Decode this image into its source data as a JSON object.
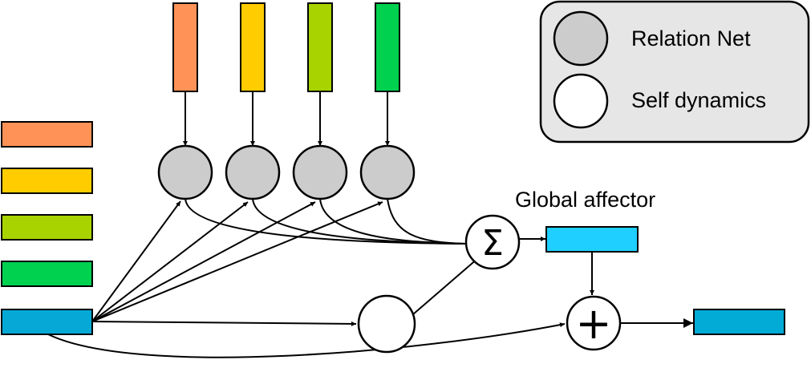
{
  "legend": {
    "relation_net_label": "Relation Net",
    "self_dynamics_label": "Self dynamics"
  },
  "global_affector_label": "Global affector",
  "sum_symbol": "Σ",
  "plus_symbol": "+",
  "colors": {
    "orange": "#FF9257",
    "yellow": "#FFCC00",
    "lime": "#A8D300",
    "green": "#00D14F",
    "blue_input": "#06A9D6",
    "cyan_global": "#1FCFFF",
    "blue_output": "#02ABD5",
    "relation_net_node": "#CCCCCC",
    "self_dynamics_node": "#FFFFFF",
    "legend_background": "#E6E6E6",
    "stroke": "#000000"
  },
  "icons": [
    "relation-net-node-icon",
    "self-dynamics-node-icon",
    "sum-icon",
    "plus-icon",
    "arrow-icon"
  ]
}
